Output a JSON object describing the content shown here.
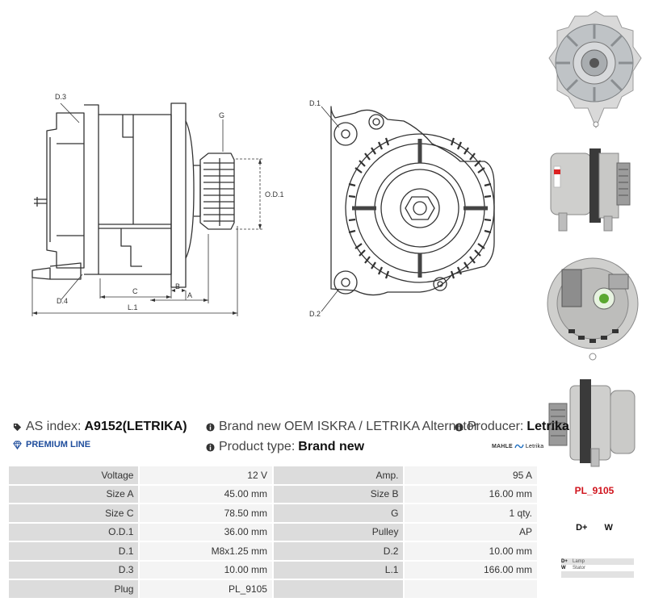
{
  "drawing": {
    "labels": {
      "d3": "D.3",
      "d4": "D.4",
      "g": "G",
      "od1": "O.D.1",
      "c": "C",
      "b": "B",
      "a": "A",
      "l1": "L.1",
      "d1": "D.1",
      "d2": "D.2"
    }
  },
  "info": {
    "as_index_label": "AS index:",
    "as_index_value": "A9152(LETRIKA)",
    "description": "Brand new OEM ISKRA / LETRIKA Alternator",
    "producer_label": "Producer:",
    "producer_value": "Letrika",
    "premium_line": "PREMIUM LINE",
    "product_type_label": "Product type:",
    "product_type_value": "Brand new",
    "brand_mark": "MAHLE",
    "brand_mark_sub": "Letrika"
  },
  "specs": [
    {
      "k1": "Voltage",
      "v1": "12 V",
      "k2": "Amp.",
      "v2": "95 A"
    },
    {
      "k1": "Size A",
      "v1": "45.00 mm",
      "k2": "Size B",
      "v2": "16.00 mm"
    },
    {
      "k1": "Size C",
      "v1": "78.50 mm",
      "k2": "G",
      "v2": "1 qty."
    },
    {
      "k1": "O.D.1",
      "v1": "36.00 mm",
      "k2": "Pulley",
      "v2": "AP"
    },
    {
      "k1": "D.1",
      "v1": "M8x1.25 mm",
      "k2": "D.2",
      "v2": "10.00 mm"
    },
    {
      "k1": "D.3",
      "v1": "10.00 mm",
      "k2": "L.1",
      "v2": "166.00 mm"
    },
    {
      "k1": "Plug",
      "v1": "PL_9105",
      "k2": "",
      "v2": ""
    }
  ],
  "plug": {
    "code": "PL_9105",
    "terminals": [
      "D+",
      "W"
    ],
    "legend": [
      {
        "key": "D+",
        "value": "Lamp"
      },
      {
        "key": "W",
        "value": "Stator"
      },
      {
        "key": "",
        "value": ""
      },
      {
        "key": "",
        "value": ""
      }
    ]
  },
  "colors": {
    "premium_blue": "#1f4d9c",
    "plug_red": "#d0131c",
    "key_cell": "#dcdcdc",
    "value_cell": "#f4f4f4"
  }
}
